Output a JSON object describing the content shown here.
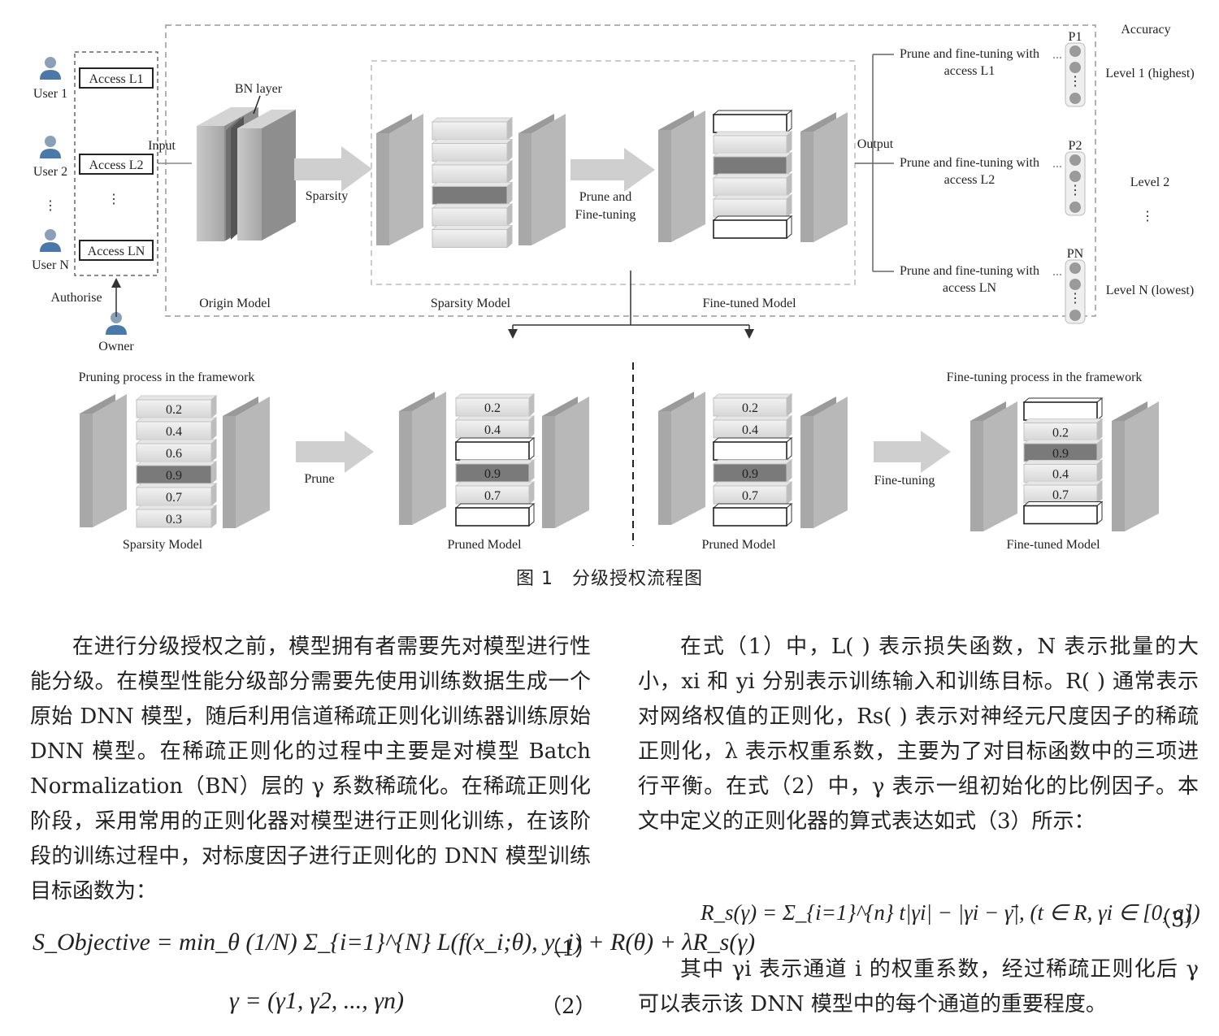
{
  "figure": {
    "users": [
      {
        "label": "User 1",
        "access": "Access  L1"
      },
      {
        "label": "User 2",
        "access": "Access  L2"
      },
      {
        "label": "User N",
        "access": "Access  LN"
      }
    ],
    "dots": "⋮",
    "input_label": "Input",
    "output_label": "Output",
    "bn_layer_label": "BN layer",
    "authorise_label": "Authorise",
    "owner_label": "Owner",
    "sparsity_arrow_label": "Sparsity",
    "prune_ft_label_1": "Prune and",
    "prune_ft_label_2": "Fine-tuning",
    "origin_model_label": "Origin Model",
    "sparsity_model_label": "Sparsity Model",
    "finetuned_model_label": "Fine-tuned Model",
    "accuracy_label": "Accuracy",
    "outputs": [
      {
        "line1": "Prune and fine-tuning with",
        "line2": "access L1",
        "node": "P1",
        "level": "Level 1 (highest)"
      },
      {
        "line1": "Prune and fine-tuning with",
        "line2": "access L2",
        "node": "P2",
        "level": "Level 2"
      },
      {
        "line1": "Prune and fine-tuning with",
        "line2": "access LN",
        "node": "PN",
        "level": "Level N (lowest)"
      }
    ],
    "pruning_title": "Pruning process in the framework",
    "finetuning_title": "Fine-tuning process in the framework",
    "prune_arrow_label": "Prune",
    "finetuning_arrow_label": "Fine-tuning",
    "bottom_labels": [
      "Sparsity Model",
      "Pruned Model",
      "Pruned Model",
      "Fine-tuned Model"
    ],
    "sparsity_values": [
      "0.2",
      "0.4",
      "0.6",
      "0.9",
      "0.7",
      "0.3"
    ],
    "pruned_values": [
      "0.2",
      "0.4",
      "",
      "0.9",
      "0.7",
      ""
    ],
    "finetuned_values": [
      "",
      "0.2",
      "0.9",
      "0.4",
      "0.7",
      ""
    ]
  },
  "caption": "图 1　分级授权流程图",
  "left_paragraph": "在进行分级授权之前，模型拥有者需要先对模型进行性能分级。在模型性能分级部分需要先使用训练数据生成一个原始 DNN 模型，随后利用信道稀疏正则化训练器训练原始 DNN 模型。在稀疏正则化的过程中主要是对模型 Batch Normalization（BN）层的 γ 系数稀疏化。在稀疏正则化阶段，采用常用的正则化器对模型进行正则化训练，在该阶段的训练过程中，对标度因子进行正则化的 DNN 模型训练目标函数为：",
  "right_paragraph": "在式（1）中，L( ) 表示损失函数，N 表示批量的大小，xi 和 yi 分别表示训练输入和训练目标。R( ) 通常表示对网络权值的正则化，Rs( ) 表示对神经元尺度因子的稀疏正则化，λ 表示权重系数，主要为了对目标函数中的三项进行平衡。在式（2）中，γ 表示一组初始化的比例因子。本文中定义的正则化器的算式表达如式（3）所示：",
  "right_paragraph_2": "其中 γi 表示通道 i 的权重系数，经过稀疏正则化后 γ 可以表示该 DNN 模型中的每个通道的重要程度。",
  "equation_1": "S_Objective = min_θ (1/N) Σ_{i=1}^{N} L(f(x_i;θ), y_i) + R(θ) + λR_s(γ)",
  "equation_1_number": "（1）",
  "equation_2": "γ = (γ1, γ2, ..., γn)",
  "equation_2_number": "（2）",
  "equation_3": "R_s(γ) = Σ_{i=1}^{n} t|γi| − |γi − γ̄|, (t ∈ R, γi ∈ [0, a])",
  "equation_3_number": "（3）",
  "colors": {
    "block_front": "#bcbcbc",
    "block_side": "#8e8e8e",
    "block_top": "#d4d4d4",
    "highlight_layer": "#7a7a7a",
    "dashed_border": "#999999",
    "arrow": "#c8c8c8",
    "user_icon": "#4a78a8"
  }
}
